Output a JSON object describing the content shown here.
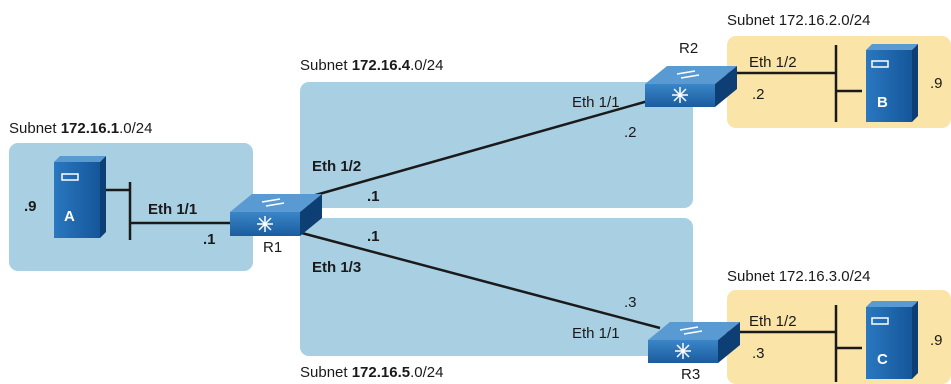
{
  "subnets": {
    "lan_a": {
      "prefix": "Subnet ",
      "bold": "172.16.1",
      "suffix": ".0/24"
    },
    "wan_r1_r2": {
      "prefix": "Subnet ",
      "bold": "172.16.4",
      "suffix": ".0/24"
    },
    "wan_r1_r3": {
      "prefix": "Subnet ",
      "bold": "172.16.5",
      "suffix": ".0/24"
    },
    "lan_b": {
      "prefix": "Subnet ",
      "bold": "",
      "suffix": "172.16.2.0/24"
    },
    "lan_c": {
      "prefix": "Subnet ",
      "bold": "",
      "suffix": "172.16.3.0/24"
    }
  },
  "routers": {
    "r1": {
      "name": "R1"
    },
    "r2": {
      "name": "R2"
    },
    "r3": {
      "name": "R3"
    }
  },
  "hosts": {
    "a": {
      "letter": "A",
      "host_id": ".9"
    },
    "b": {
      "letter": "B",
      "host_id": ".9"
    },
    "c": {
      "letter": "C",
      "host_id": ".9"
    }
  },
  "interfaces": {
    "r1_eth11": {
      "name": "Eth 1/1",
      "ip": ".1"
    },
    "r1_eth12": {
      "name": "Eth 1/2",
      "ip": ".1"
    },
    "r1_eth13": {
      "name": "Eth 1/3",
      "ip": ".1"
    },
    "r2_eth11": {
      "name": "Eth 1/1",
      "ip": ".2"
    },
    "r2_eth12": {
      "name": "Eth 1/2",
      "ip": ".2"
    },
    "r3_eth11": {
      "name": "Eth 1/1",
      "ip": ".3"
    },
    "r3_eth12": {
      "name": "Eth 1/2",
      "ip": ".3"
    }
  },
  "colors": {
    "wan_zone": "#a9cfe3",
    "lan_zone_blue": "#a9cfe3",
    "lan_zone_tan": "#fbe4a8",
    "device_blue": "#1f6ab0",
    "device_dark": "#0e3f74",
    "link": "#1a1a1a"
  }
}
